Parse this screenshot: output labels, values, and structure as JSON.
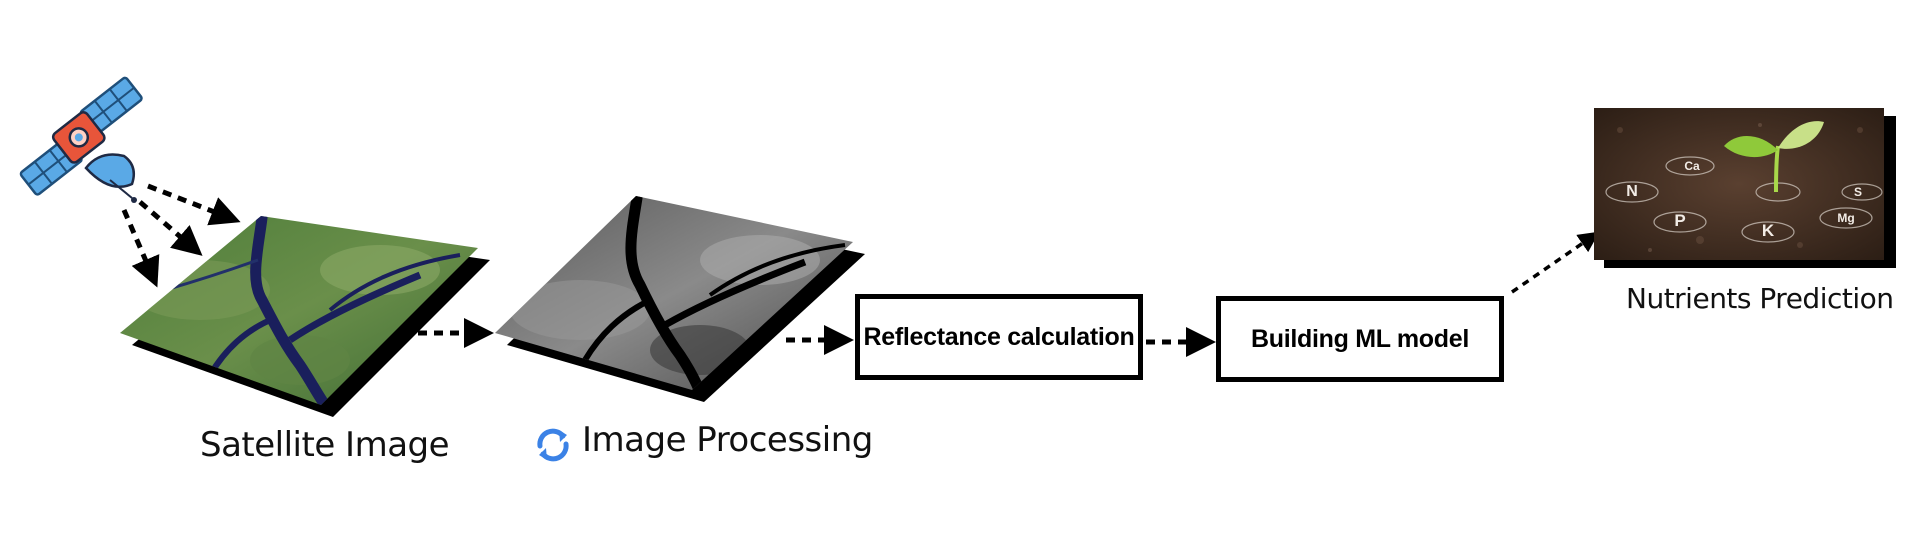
{
  "steps": {
    "satellite_image": "Satellite Image",
    "image_processing": "Image Processing",
    "reflectance": "Reflectance calculation",
    "ml_model": "Building ML model",
    "nutrients": "Nutrients Prediction"
  },
  "nutrient_symbols": [
    "N",
    "Ca",
    "S",
    "P",
    "K",
    "Mg"
  ],
  "icons": {
    "satellite": "satellite-icon",
    "processing": "refresh-icon",
    "plant": "seedling-icon"
  },
  "colors": {
    "processing_icon": "#3b82e6",
    "box_border": "#000000",
    "soil": "#3d2a1e",
    "seedling": "#8fc93a",
    "satellite_body": "#e8553a",
    "satellite_panel": "#5aa9e6"
  }
}
